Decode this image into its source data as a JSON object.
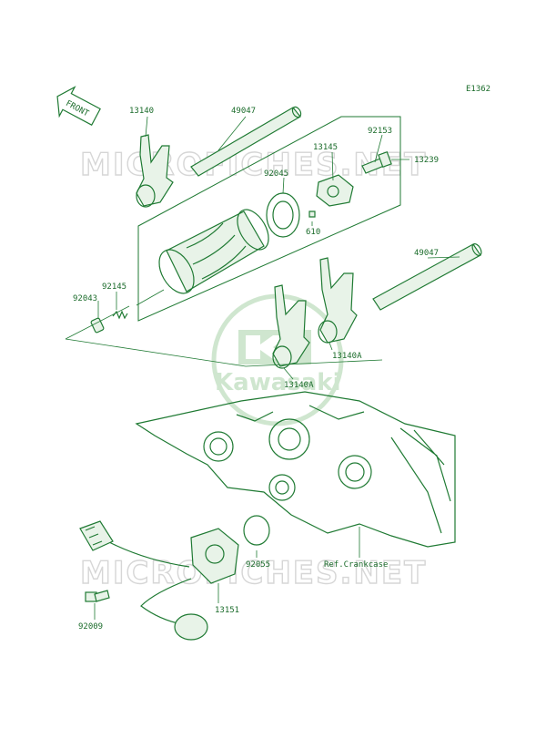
{
  "diagram": {
    "code": "E1362",
    "front_tag": "FRONT",
    "watermark_top": "MICROFICHES.NET",
    "watermark_bottom": "MICROFICHES.NET",
    "logo_text": "Kawasaki",
    "part_labels": {
      "p13140": "13140",
      "p49047a": "49047",
      "p92153": "92153",
      "p13145": "13145",
      "p13239": "13239",
      "p92045": "92045",
      "p610": "610",
      "p49047b": "49047",
      "p92145": "92145",
      "p92043": "92043",
      "p13140a1": "13140A",
      "p13140a2": "13140A",
      "p92055": "92055",
      "ref_crankcase": "Ref.Crankcase",
      "p13151": "13151",
      "p92009": "92009"
    }
  }
}
